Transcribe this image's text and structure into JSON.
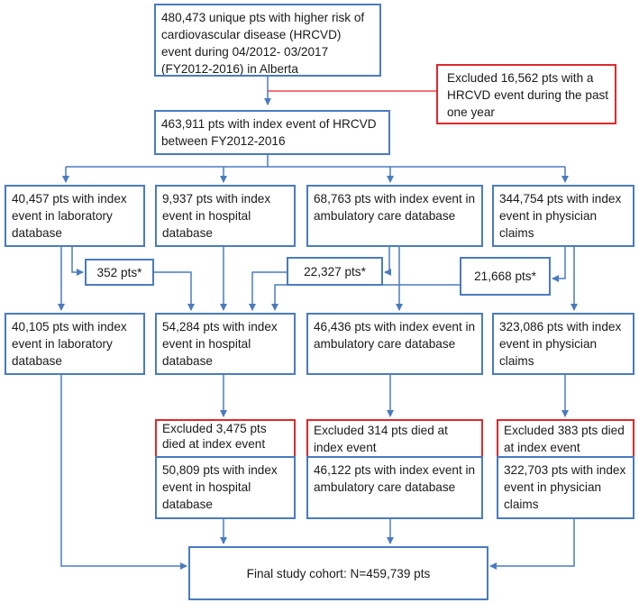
{
  "boxes": {
    "start": "480,473 unique pts with higher risk of cardiovascular disease (HRCVD) event during 04/2012- 03/2017 (FY2012-2016) in Alberta",
    "excluded_past_year": "Excluded 16,562 pts with a HRCVD event during the past one year",
    "index_total": "463,911 pts with index event of HRCVD between FY2012-2016",
    "lab_1": "40,457 pts with index event in laboratory database",
    "hosp_1": "9,937 pts with index event in hospital database",
    "amb_1": "68,763 pts with index event in ambulatory care database",
    "phys_1": "344,754 pts with index event in physician claims",
    "transfer_lab": "352 pts*",
    "transfer_amb": "22,327 pts*",
    "transfer_phys": "21,668 pts*",
    "lab_2": "40,105 pts with index event in laboratory database",
    "hosp_2": "54,284 pts with index event in hospital database",
    "amb_2": "46,436 pts with index event in ambulatory care database",
    "phys_2": "323,086 pts with index event in physician claims",
    "excluded_hosp": "Excluded 3,475 pts died at index event",
    "excluded_amb": "Excluded 314 pts died at index event",
    "excluded_phys": "Excluded 383 pts died at index event",
    "hosp_3": "50,809 pts with index event in hospital database",
    "amb_3": "46,122 pts with index event in ambulatory care database",
    "phys_3": "322,703 pts with index event in physician claims",
    "final": "Final study cohort: N=459,739 pts"
  },
  "colors": {
    "flow_blue": "#4a7bbf",
    "exclusion_red": "#e0282b"
  }
}
